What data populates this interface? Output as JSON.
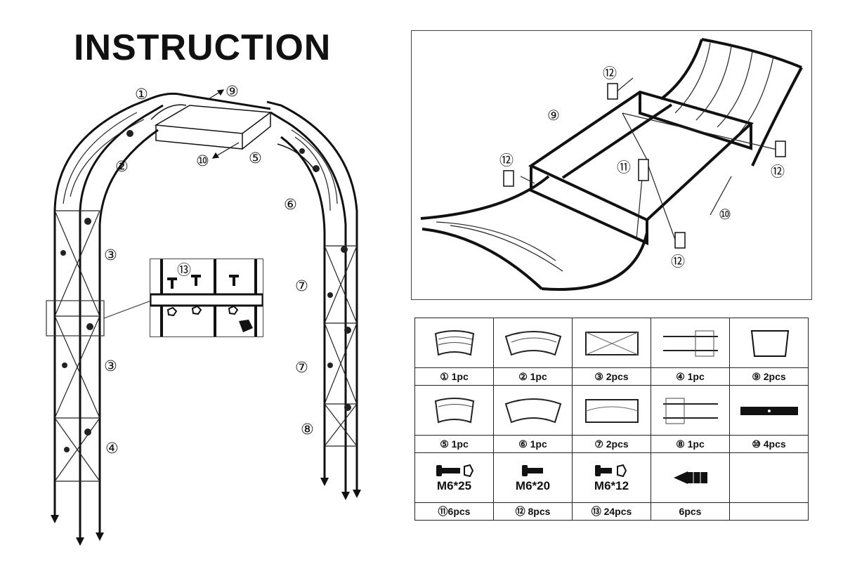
{
  "title": "INSTRUCTION",
  "arch_labels": {
    "p1": "①",
    "p2": "②",
    "p3a": "③",
    "p3b": "③",
    "p4": "④",
    "p5": "⑤",
    "p6": "⑥",
    "p7a": "⑦",
    "p7b": "⑦",
    "p8": "⑧",
    "p9": "⑨",
    "p10": "⑩"
  },
  "detail_label": "⑬",
  "top_view_labels": {
    "a": "⑫",
    "b": "⑨",
    "c": "⑫",
    "d": "⑪",
    "e": "⑫",
    "f": "⑩",
    "g": "⑫"
  },
  "parts": {
    "row1": [
      "① 1pc",
      "② 1pc",
      "③ 2pcs",
      "④ 1pc",
      "⑨ 2pcs"
    ],
    "row2": [
      "⑤ 1pc",
      "⑥ 1pc",
      "⑦ 2pcs",
      "⑧ 1pc",
      "⑩ 4pcs"
    ],
    "bolts": [
      "M6*25",
      "M6*20",
      "M6*12"
    ],
    "row3": [
      "⑪6pcs",
      "⑫ 8pcs",
      "⑬ 24pcs",
      "6pcs",
      ""
    ]
  }
}
